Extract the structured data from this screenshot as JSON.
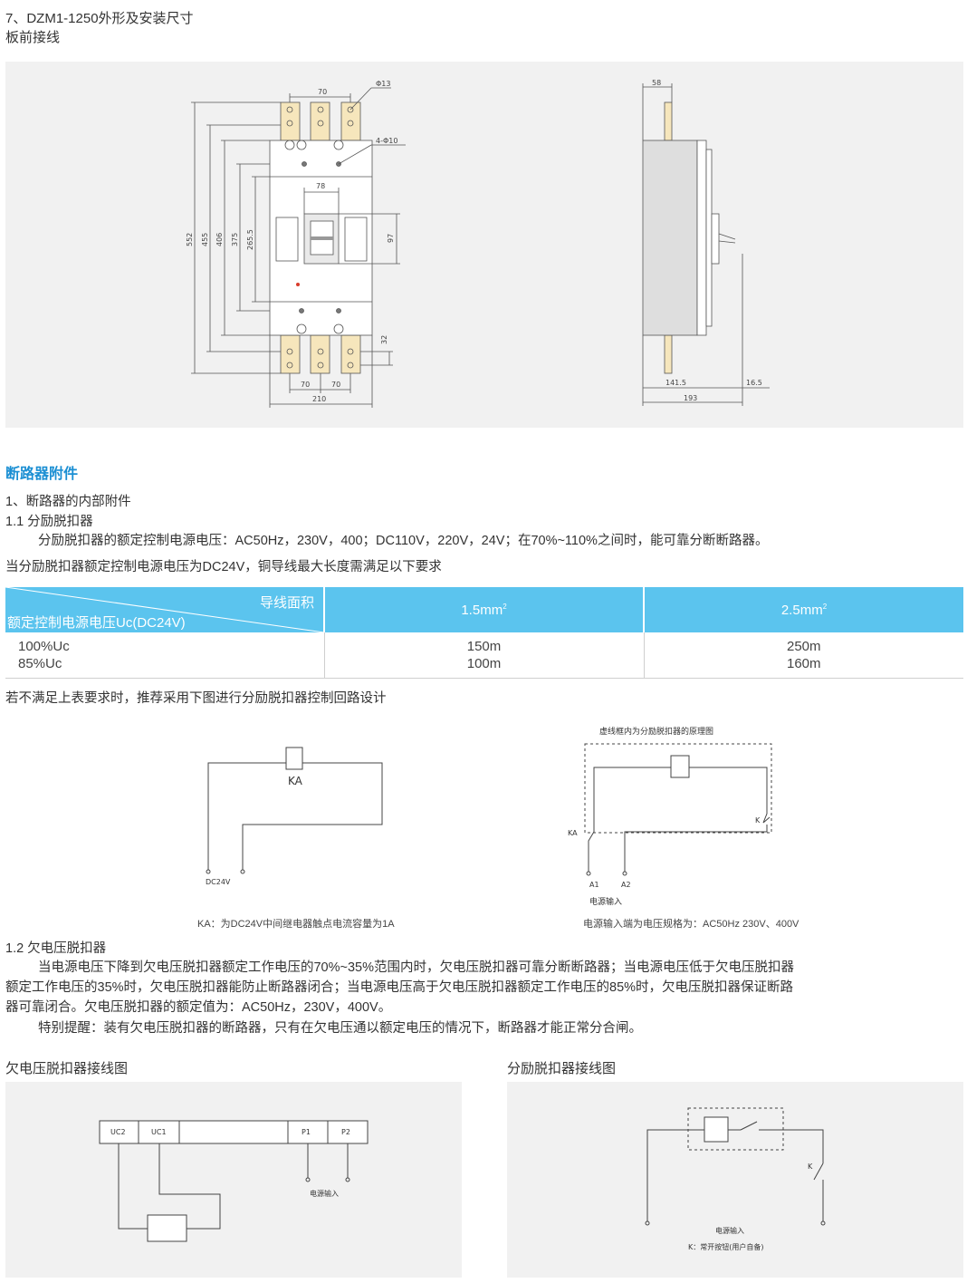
{
  "section7": {
    "title": "7、DZM1-1250外形及安装尺寸",
    "subtitle": "板前接线"
  },
  "dims_front": {
    "d70_top": "70",
    "phi13": "Φ13",
    "four_phi10": "4-Φ10",
    "d78": "78",
    "d97": "97",
    "d552": "552",
    "d455": "455",
    "d406": "406",
    "d375": "375",
    "d265": "265.5",
    "d32": "32",
    "d70_bl": "70",
    "d70_br": "70",
    "d210": "210"
  },
  "dims_side": {
    "d58": "58",
    "d141": "141.5",
    "d16": "16.5",
    "d193": "193"
  },
  "accessories": {
    "heading": "断路器附件",
    "line1": "1、断路器的内部附件",
    "line2": "1.1 分励脱扣器",
    "line3": "分励脱扣器的额定控制电源电压：AC50Hz，230V，400；DC110V，220V，24V；在70%~110%之间时，能可靠分断断路器。",
    "line4": "当分励脱扣器额定控制电源电压为DC24V，铜导线最大长度需满足以下要求"
  },
  "table": {
    "corner_top": "导线面积",
    "corner_bottom": "额定控制电源电压Uc(DC24V)",
    "col1": "1.5mm",
    "col2": "2.5mm",
    "sup": "2",
    "rows": [
      {
        "label": "100%Uc",
        "v1": "150m",
        "v2": "250m"
      },
      {
        "label": "85%Uc",
        "v1": "100m",
        "v2": "160m"
      }
    ]
  },
  "note_below_table": "若不满足上表要求时，推荐采用下图进行分励脱扣器控制回路设计",
  "circuit_left": {
    "ka": "KA",
    "dc": "DC24V",
    "caption": "KA：为DC24V中间继电器触点电流容量为1A"
  },
  "circuit_right": {
    "title": "虚线框内为分励脱扣器的原理图",
    "ka": "KA",
    "k": "K",
    "a1": "A1",
    "a2": "A2",
    "input": "电源输入",
    "caption": "电源输入端为电压规格为：AC50Hz 230V、400V"
  },
  "undervoltage": {
    "title": "1.2 欠电压脱扣器",
    "para1": "当电源电压下降到欠电压脱扣器额定工作电压的70%~35%范围内时，欠电压脱扣器可靠分断断路器；当电源电压低于欠电压脱扣器",
    "para2": "额定工作电压的35%时，欠电压脱扣器能防止断路器闭合；当电源电压高于欠电压脱扣器额定工作电压的85%时，欠电压脱扣器保证断路",
    "para3": "器可靠闭合。欠电压脱扣器的额定值为：AC50Hz，230V，400V。",
    "para4": "特别提醒：装有欠电压脱扣器的断路器，只有在欠电压通以额定电压的情况下，断路器才能正常分合闸。"
  },
  "wiring_uv": {
    "title": "欠电压脱扣器接线图",
    "uc2": "UC2",
    "uc1": "UC1",
    "p1": "P1",
    "p2": "P2",
    "input": "电源输入"
  },
  "wiring_shunt": {
    "title": "分励脱扣器接线图",
    "k": "K",
    "input": "电源输入",
    "note": "K：常开按钮(用户自备)"
  }
}
